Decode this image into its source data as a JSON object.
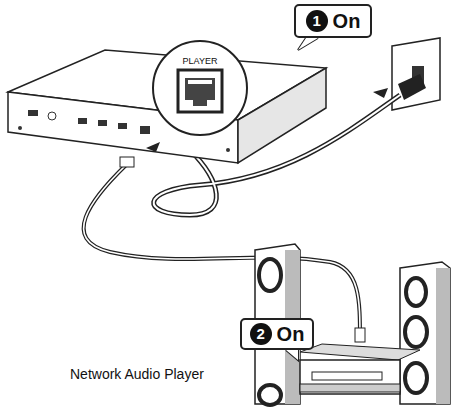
{
  "diagram": {
    "nodes": [
      {
        "text": [
          "1",
          "On"
        ]
      },
      {
        "text": [
          "PLAYER"
        ]
      },
      {
        "text": [
          "2",
          "On"
        ]
      }
    ],
    "labels": [
      "Network Audio Player"
    ]
  }
}
